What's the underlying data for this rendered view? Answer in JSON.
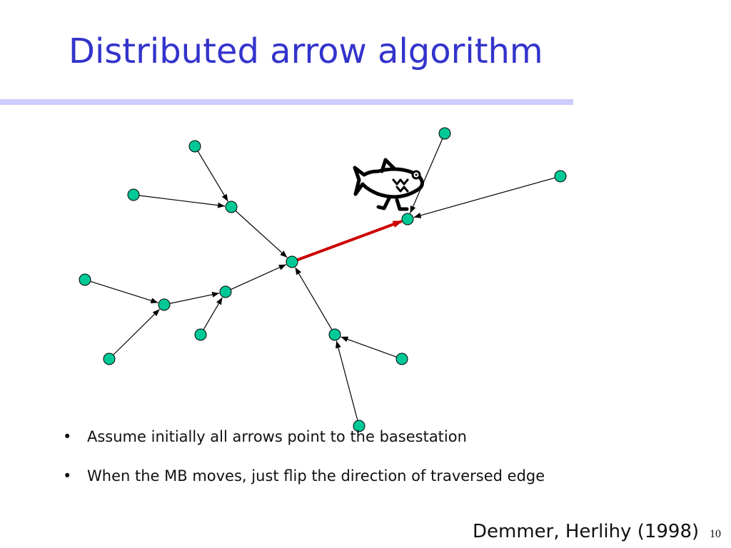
{
  "slide": {
    "title": "Distributed arrow algorithm",
    "bullets": [
      "Assume initially all arrows point to the basestation",
      "When the MB moves, just flip the direction of traversed edge"
    ],
    "bullet_marker": "•",
    "citation": "Demmer, Herlihy (1998)",
    "page_number": "10"
  },
  "colors": {
    "title": "#3333cc",
    "rule": "#ccccff",
    "node": "#00c896",
    "edge": "#000000",
    "flipped_edge": "#cc0000"
  },
  "icons": [
    "fish-mobile-icon"
  ]
}
